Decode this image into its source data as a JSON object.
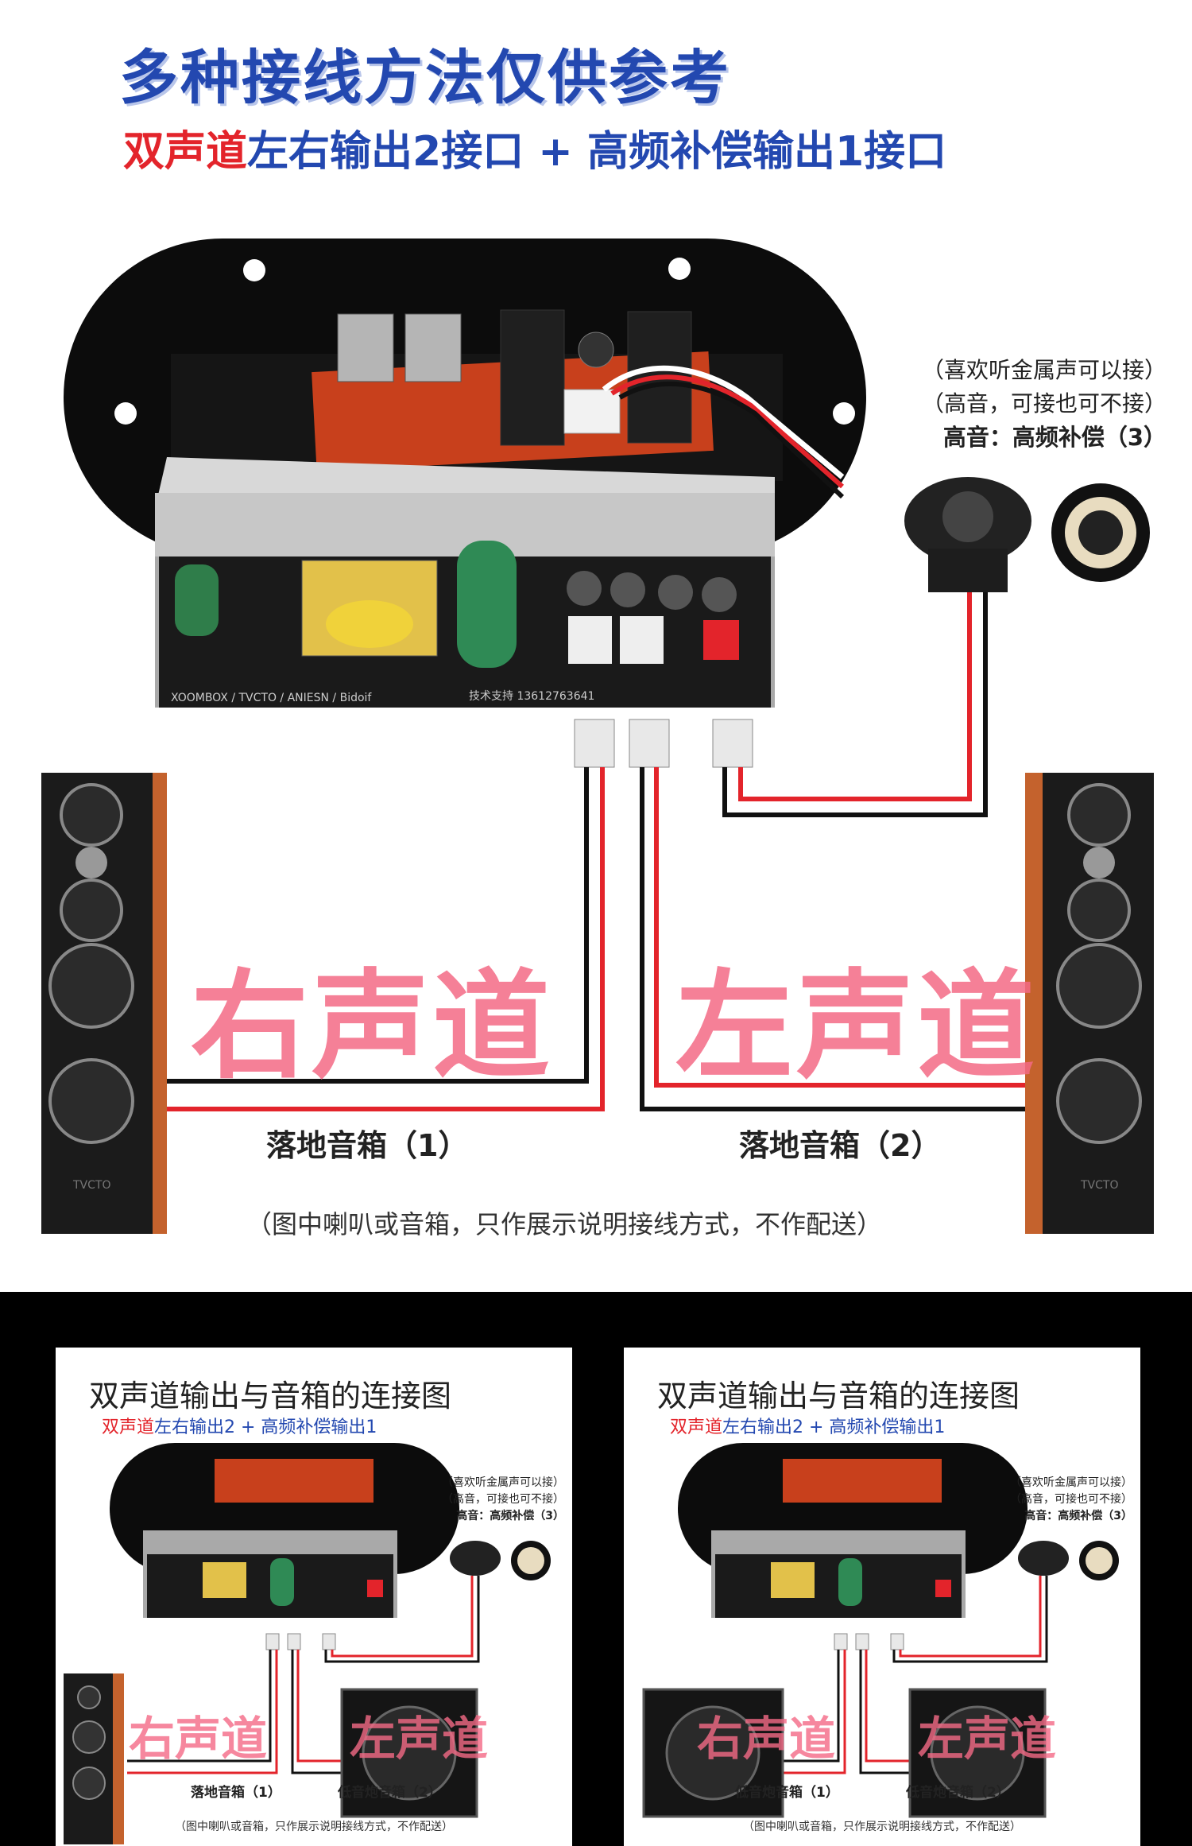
{
  "header": {
    "title": "多种接线方法仅供参考",
    "subtitle_red": "双声道",
    "subtitle_blue": "左右输出2接口 + 高频补偿输出1接口"
  },
  "tweeter": {
    "line1": "（喜欢听金属声可以接）",
    "line2": "（高音，可接也可不接）",
    "line3": "高音：高频补偿（3）"
  },
  "channels": {
    "right": "右声道",
    "left": "左声道"
  },
  "speakers": {
    "floor1": "落地音箱（1）",
    "floor2": "落地音箱（2）"
  },
  "note": "（图中喇叭或音箱，只作展示说明接线方式，不作配送）",
  "board_marks": {
    "brand": "TVCTO",
    "support": "技术支持 13612763641"
  },
  "cards": [
    {
      "title": "双声道输出与音箱的连接图",
      "sub_red": "双声道",
      "sub_blue": "左右输出2 + 高频补偿输出1",
      "tw1": "（喜欢听金属声可以接）",
      "tw2": "（高音，可接也可不接）",
      "tw3": "高音：高频补偿（3）",
      "chan_right": "右声道",
      "chan_left": "左声道",
      "spk1": "落地音箱（1）",
      "spk2": "低音炮音箱（2）",
      "note": "（图中喇叭或音箱，只作展示说明接线方式，不作配送）"
    },
    {
      "title": "双声道输出与音箱的连接图",
      "sub_red": "双声道",
      "sub_blue": "左右输出2 + 高频补偿输出1",
      "tw1": "（喜欢听金属声可以接）",
      "tw2": "（高音，可接也可不接）",
      "tw3": "高音：高频补偿（3）",
      "chan_right": "右声道",
      "chan_left": "左声道",
      "spk1": "低音炮音箱（1）",
      "spk2": "低音炮音箱（2）",
      "note": "（图中喇叭或音箱，只作展示说明接线方式，不作配送）"
    }
  ],
  "colors": {
    "title_blue": "#2348b0",
    "accent_red": "#e3242b",
    "channel_pink": "#f46a86",
    "wood": "#c4622d"
  }
}
